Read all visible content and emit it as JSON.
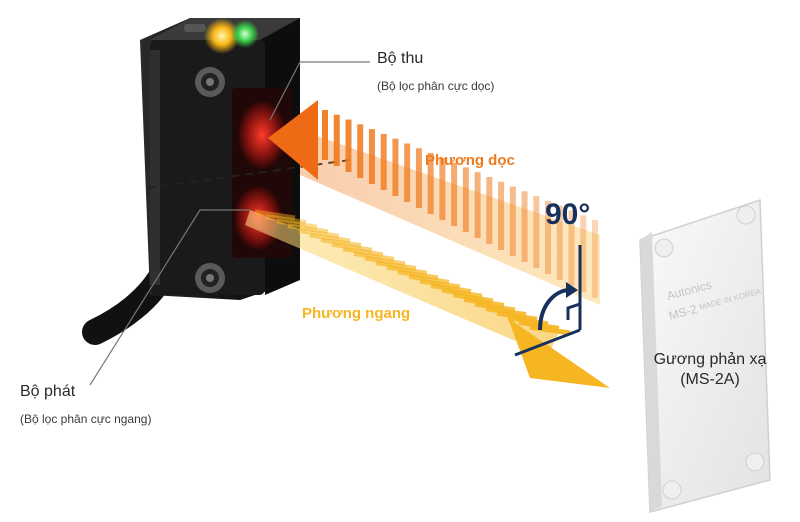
{
  "receiver": {
    "title": "Bộ thu",
    "subtitle": "(Bộ lọc phân cực dọc)"
  },
  "emitter": {
    "title": "Bộ phát",
    "subtitle": "(Bộ lọc phân cực ngang)"
  },
  "beams": {
    "vertical_label": "Phương dọc",
    "horizontal_label": "Phương ngang",
    "vertical_color": "#f07a1e",
    "horizontal_color": "#f6b623"
  },
  "angle_label": "90°",
  "angle_color": "#18305c",
  "mirror": {
    "line1": "Gương phản xạ",
    "line2": "(MS-2A)",
    "brand_text": "Autonics",
    "model_text": "MS-2",
    "origin_text": "MADE IN KOREA"
  },
  "icons": {
    "sensor": "photoelectric-sensor",
    "mirror": "reflector-plate",
    "rotation": "rotation-arrow-icon"
  }
}
